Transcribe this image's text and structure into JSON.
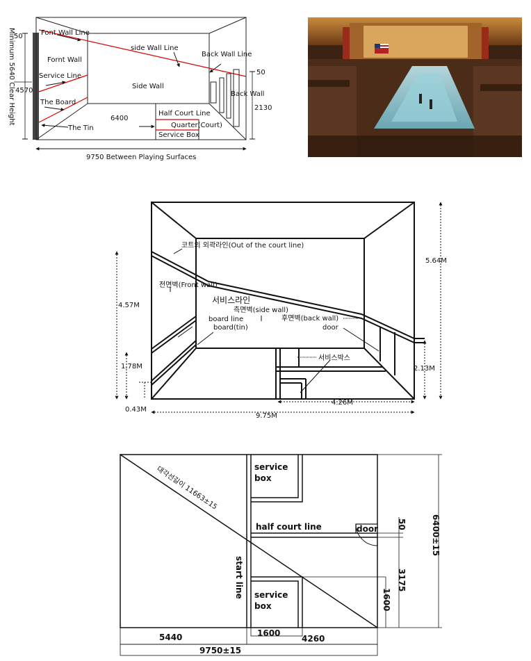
{
  "top_diagram": {
    "font_wall_line": "Font Wall Line",
    "side_wall_line": "side Wall Line",
    "back_wall_line": "Back Wall Line",
    "fornt_wall": "Fornt  Wall",
    "service_line": "Service Line",
    "side_wall": "Side Wall",
    "the_board": "The Board",
    "the_tin": "The Tin",
    "back_wall": "Back Wall",
    "half_court_line": "Half Court Line",
    "quarter_court": "Quarter(Court)",
    "service_box": "Service Box",
    "dim_50_left": "50",
    "dim_4570": "4570",
    "dim_6400": "6400",
    "dim_50_right": "50",
    "dim_2130": "2130",
    "min_height": "Minimum 5640 Clear Height",
    "between_surfaces": "9750 Between Playing Surfaces"
  },
  "middle_diagram": {
    "out_of_court": "코트의 외곽라인(Out of the court line)",
    "front_wall": "전면벽(Front wall)",
    "service_line": "서비스라인",
    "side_wall": "측면벽(side wall)",
    "back_wall": "후면벽(back wall)",
    "door": "door",
    "board_line": "board line",
    "board_tin": "board(tin)",
    "service_box": "서비스박스",
    "dim_457": "4.57M",
    "dim_564": "5.64M",
    "dim_178": "1.78M",
    "dim_213": "2.13M",
    "dim_043": "0.43M",
    "dim_426": "4.26M",
    "dim_975": "9.75M"
  },
  "bottom_diagram": {
    "service_box_top_1": "service",
    "service_box_top_2": "box",
    "service_box_bottom_1": "service",
    "service_box_bottom_2": "box",
    "half_court_line": "half court line",
    "door": "door",
    "start_line": "start line",
    "diagonal": "대각선길이 11663±15",
    "dim_50": "50",
    "dim_6400": "6400±15",
    "dim_3175": "3175",
    "dim_1600_v": "1600",
    "dim_5440": "5440",
    "dim_1600_h": "1600",
    "dim_4260": "4260",
    "dim_9750": "9750±15"
  }
}
